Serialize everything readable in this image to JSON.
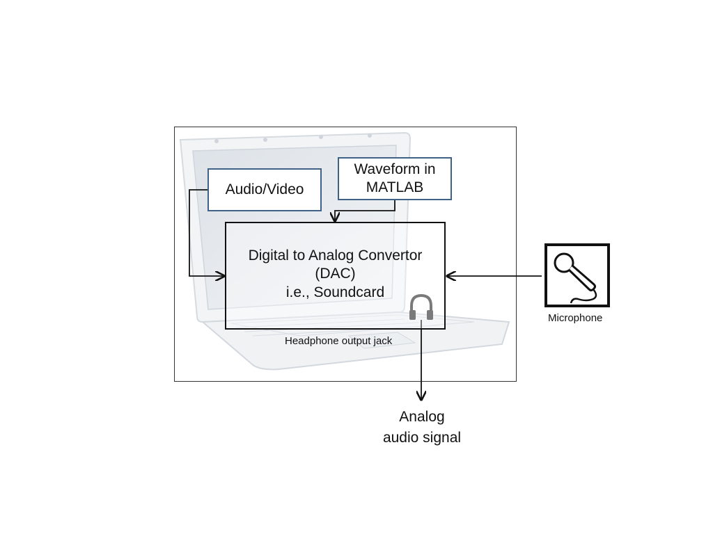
{
  "diagram": {
    "audio_video": "Audio/Video",
    "waveform_line1": "Waveform in",
    "waveform_line2": "MATLAB",
    "dac_line1": "Digital to Analog Convertor",
    "dac_line2": "(DAC)",
    "dac_line3": "i.e., Soundcard",
    "headphone_jack": "Headphone output jack",
    "microphone": "Microphone",
    "analog_line1": "Analog",
    "analog_line2": "audio signal"
  },
  "colors": {
    "box_border_blue": "#3f6185",
    "line": "#111111"
  },
  "icons": [
    "laptop-image",
    "headphone-icon",
    "microphone-icon"
  ]
}
